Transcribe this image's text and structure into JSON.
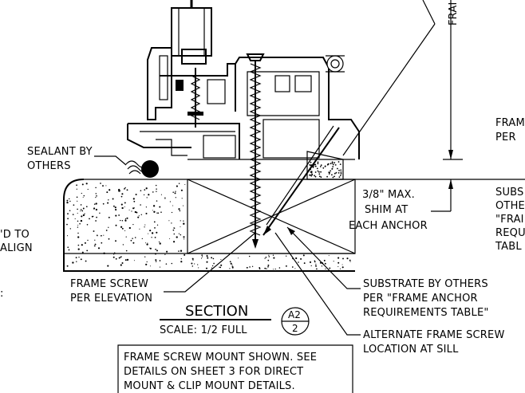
{
  "labels": {
    "sealant_line1": "SEALANT BY",
    "sealant_line2": "OTHERS",
    "frame_screw_line1": "FRAME SCREW",
    "frame_screw_line2": "PER ELEVATION",
    "shim_line1": "3/8\" MAX.",
    "shim_line2": "SHIM AT",
    "shim_line3": "EACH ANCHOR",
    "substrate_line1": "SUBSTRATE BY OTHERS",
    "substrate_line2": "PER \"FRAME ANCHOR",
    "substrate_line3": "REQUIREMENTS TABLE\"",
    "alternate_line1": "ALTERNATE FRAME SCREW",
    "alternate_line2": "LOCATION AT SILL",
    "right_frame_line1": "FRAM",
    "right_frame_line2": "PER",
    "right_subs_line1": "SUBS",
    "right_subs_line2": "OTHE",
    "right_subs_line3": "\"FRAI",
    "right_subs_line4": "REQU",
    "right_subs_line5": "TABL",
    "top_right_vertical": "FRAI",
    "left_cut_line1": "'D TO",
    "left_cut_line2": "ALIGN"
  },
  "section": {
    "title": "SECTION",
    "scale": "SCALE: 1/2 FULL",
    "detail_id": "A2",
    "sheet": "2"
  },
  "note": {
    "line1": "FRAME SCREW MOUNT SHOWN. SEE",
    "line2": "DETAILS ON SHEET 3 FOR DIRECT",
    "line3": "MOUNT & CLIP MOUNT DETAILS."
  }
}
